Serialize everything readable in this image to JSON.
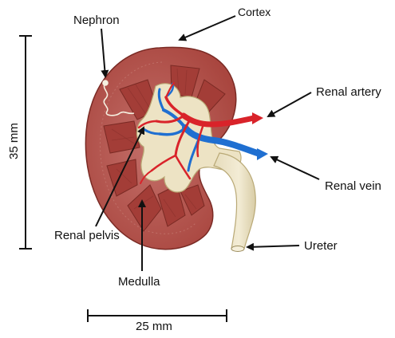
{
  "labels": {
    "nephron": "Nephron",
    "cortex": "Cortex",
    "renal_artery": "Renal artery",
    "renal_vein": "Renal vein",
    "renal_pelvis": "Renal pelvis",
    "ureter": "Ureter",
    "medulla": "Medulla"
  },
  "scale_bars": {
    "vertical": "35 mm",
    "horizontal": "25 mm"
  },
  "colors": {
    "cortex": "#b4574f",
    "medulla": "#a8403a",
    "pelvis": "#ede3c4",
    "artery": "#d9232a",
    "vein": "#1f6fd1"
  }
}
